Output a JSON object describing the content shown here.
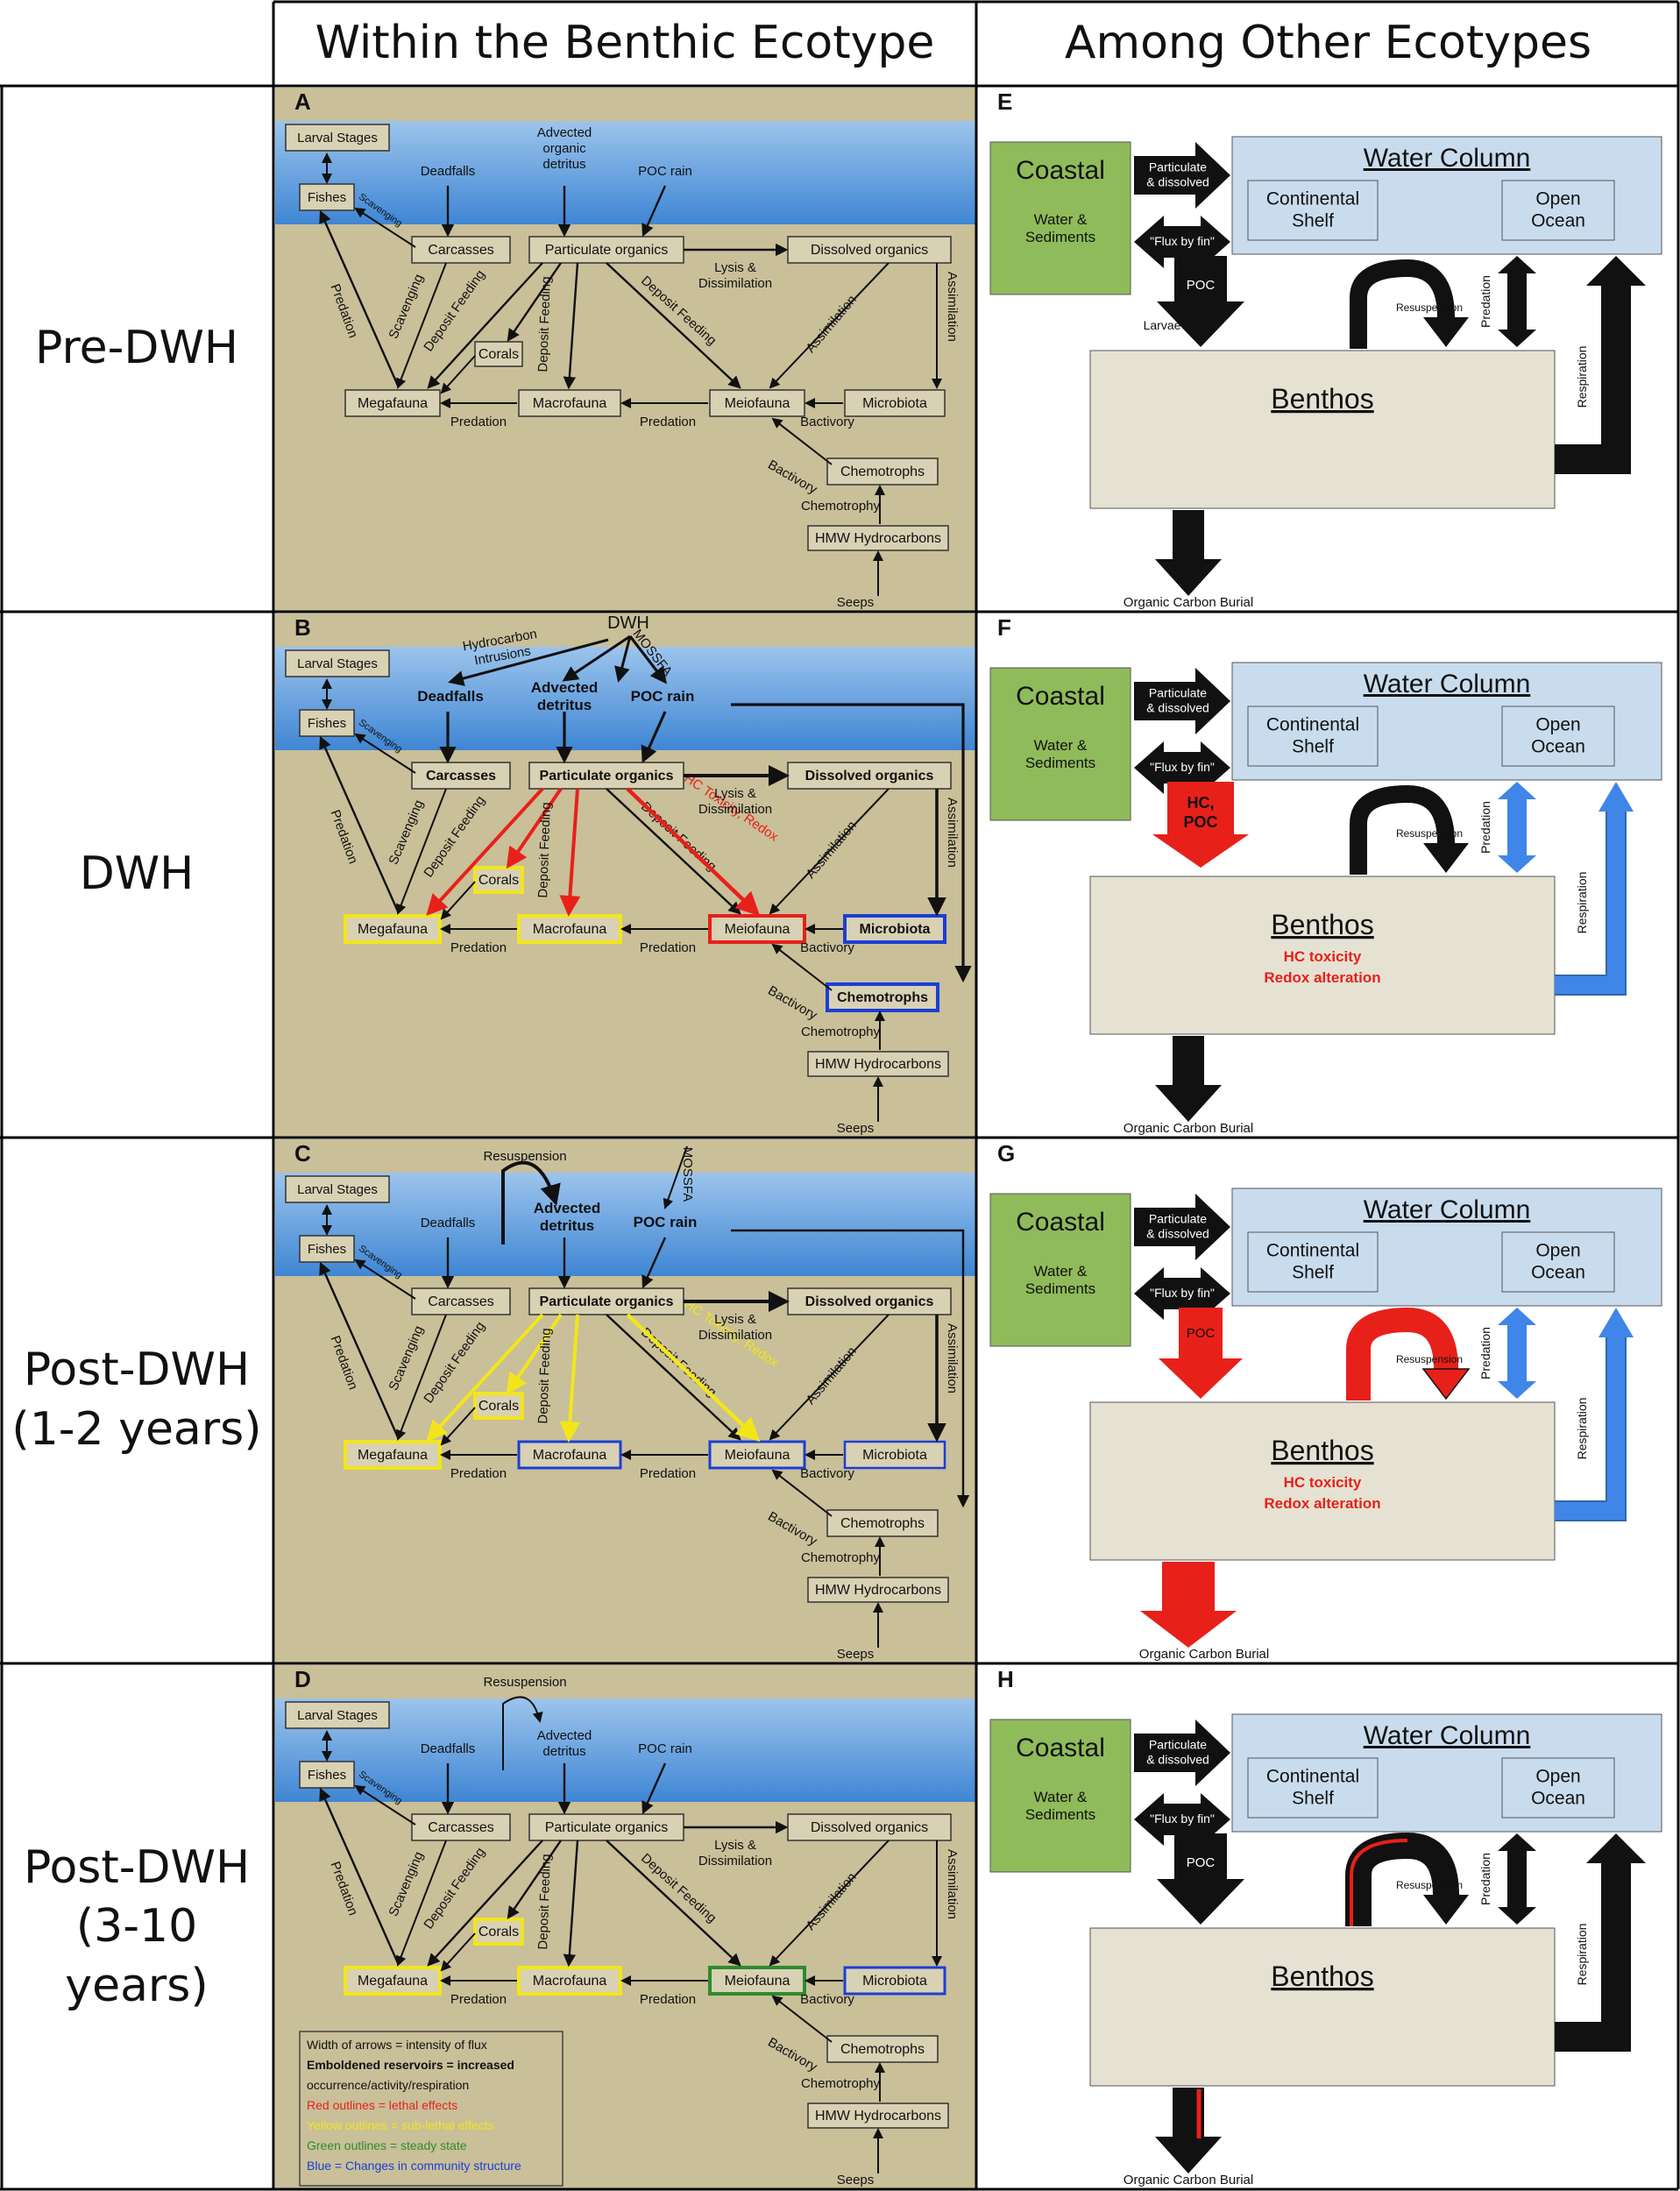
{
  "headers": {
    "left": "Within the Benthic Ecotype",
    "right": "Among Other Ecotypes"
  },
  "rows": [
    "Pre-DWH",
    "DWH",
    "Post-DWH\n(1-2 years)",
    "Post-DWH\n(3-10 years)"
  ],
  "panel_letters_left": [
    "A",
    "B",
    "C",
    "D"
  ],
  "panel_letters_right": [
    "E",
    "F",
    "G",
    "H"
  ],
  "web": {
    "larval": "Larval Stages",
    "fishes": "Fishes",
    "deadfalls": "Deadfalls",
    "carcasses": "Carcasses",
    "advected": "Advected\norganic\ndetritus",
    "advected_short": "Advected\ndetritus",
    "poc_rain": "POC rain",
    "particulate": "Particulate organics",
    "dissolved": "Dissolved organics",
    "lysis": "Lysis &\nDissimilation",
    "corals": "Corals",
    "megafauna": "Megafauna",
    "macrofauna": "Macrofauna",
    "meiofauna": "Meiofauna",
    "microbiota": "Microbiota",
    "chemotrophs": "Chemotrophs",
    "hmw": "HMW Hydrocarbons",
    "seeps": "Seeps",
    "scavenging": "Scavenging",
    "predation": "Predation",
    "deposit_feeding": "Deposit Feeding",
    "assimilation": "Assimilation",
    "bactivory": "Bactivory",
    "chemotrophy": "Chemotrophy",
    "resuspension": "Resuspension",
    "dwh": "DWH",
    "hc_intrusions": "Hydrocarbon\nIntrusions",
    "mossfa": "MOSSFA",
    "hc_tox_redox": "HC Toxicity, Redox"
  },
  "legend": [
    {
      "text": "Width of arrows = intensity of flux",
      "color": "#111111"
    },
    {
      "text": "Emboldened reservoirs = increased",
      "color": "#111111"
    },
    {
      "text": "occurrence/activity/respiration",
      "color": "#111111"
    },
    {
      "text": "Red outlines = lethal effects",
      "color": "#e8201a"
    },
    {
      "text": "Yellow outlines = sub-lethal effects",
      "color": "#f2e61a"
    },
    {
      "text": "Green outlines = steady state",
      "color": "#2e8b2e"
    },
    {
      "text": "Blue = Changes in community structure",
      "color": "#1a3fd6"
    }
  ],
  "box": {
    "coastal": "Coastal",
    "water_sediments": "Water &\nSediments",
    "particulate_dissolved": "Particulate\n& dissolved",
    "flux_by_fin": "\"Flux by fin\"",
    "water_column": "Water Column",
    "continental_shelf": "Continental\nShelf",
    "open_ocean": "Open\nOcean",
    "benthos": "Benthos",
    "poc": "POC",
    "hc_poc": "HC,\nPOC",
    "resuspension": "Resuspension",
    "predation": "Predation",
    "respiration": "Respiration",
    "larvae": "Larvae",
    "burial": "Organic Carbon Burial",
    "hc_toxicity": "HC toxicity",
    "redox": "Redox alteration"
  },
  "colors": {
    "water": "#5b9ad6",
    "sediment": "#c9bf99",
    "coastal": "#8fbb5a",
    "water_column_box": "#c9dcee",
    "benthos_box": "#e5e2d3",
    "red": "#e8201a",
    "yellow": "#f2e61a",
    "blue": "#1a3fd6",
    "green": "#2e8b2e",
    "flux_blue": "#3f86e8"
  }
}
